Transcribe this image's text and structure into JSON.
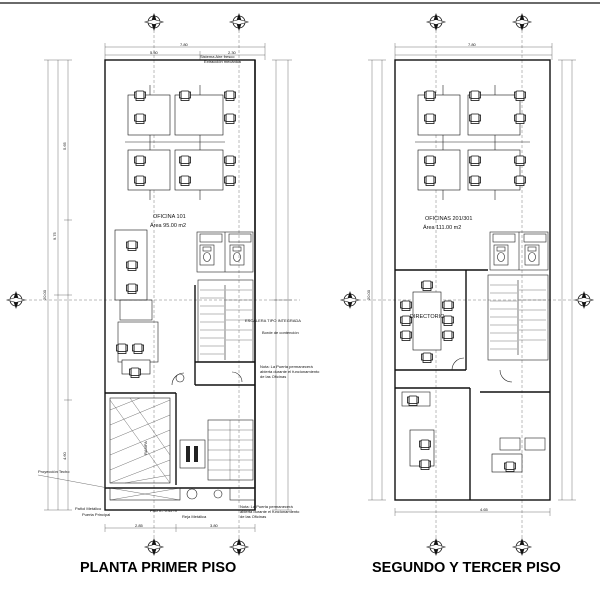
{
  "plan_left": {
    "title": "PLANTA PRIMER PISO",
    "office_name": "OFICINA 101",
    "office_area": "Área 95.00 m2",
    "notes": {
      "fresh_air": "Sistema Aire fresco",
      "extraction": "Extracción mecánica",
      "stair": "ESCALERA TIPO INTEGRADA",
      "guard": "Borde de contención",
      "door_note_1": "Nota: La Puerta permanecerá",
      "door_note_2": "abierta durante el funcionamiento",
      "door_note_3": "de las Oficinas",
      "roof_projection": "Proyección Techo",
      "metal_railing": "Pañol Metálico",
      "main_door": "Puerta Principal",
      "step": "Piso h= 0.45 m",
      "metal_grille": "Reja Metálica",
      "door_note_b1": "Nota: La Puerta permanecerá",
      "door_note_b2": "abierta durante el funcionamiento",
      "door_note_b3": "de las Oficinas"
    },
    "ramp_label": "RAMPA"
  },
  "plan_right": {
    "title": "SEGUNDO Y TERCER PISO",
    "office_name": "OFICINAS 201/301",
    "office_area": "Área 111.00 m2",
    "director_label": "DIRECTORIO"
  },
  "dims": {
    "top_total": "7.80",
    "top_a": "5.50",
    "top_b": "2.30",
    "side_total": "20.00",
    "side_a": "9.75",
    "side_b": "5.65",
    "side_c": "4.60",
    "right_top_total": "7.80",
    "right_side_total": "20.00",
    "bottom_a": "2.85",
    "bottom_b": "3.80",
    "right_bottom": "4.65"
  },
  "colors": {
    "ink": "#111111",
    "paper": "#ffffff"
  }
}
